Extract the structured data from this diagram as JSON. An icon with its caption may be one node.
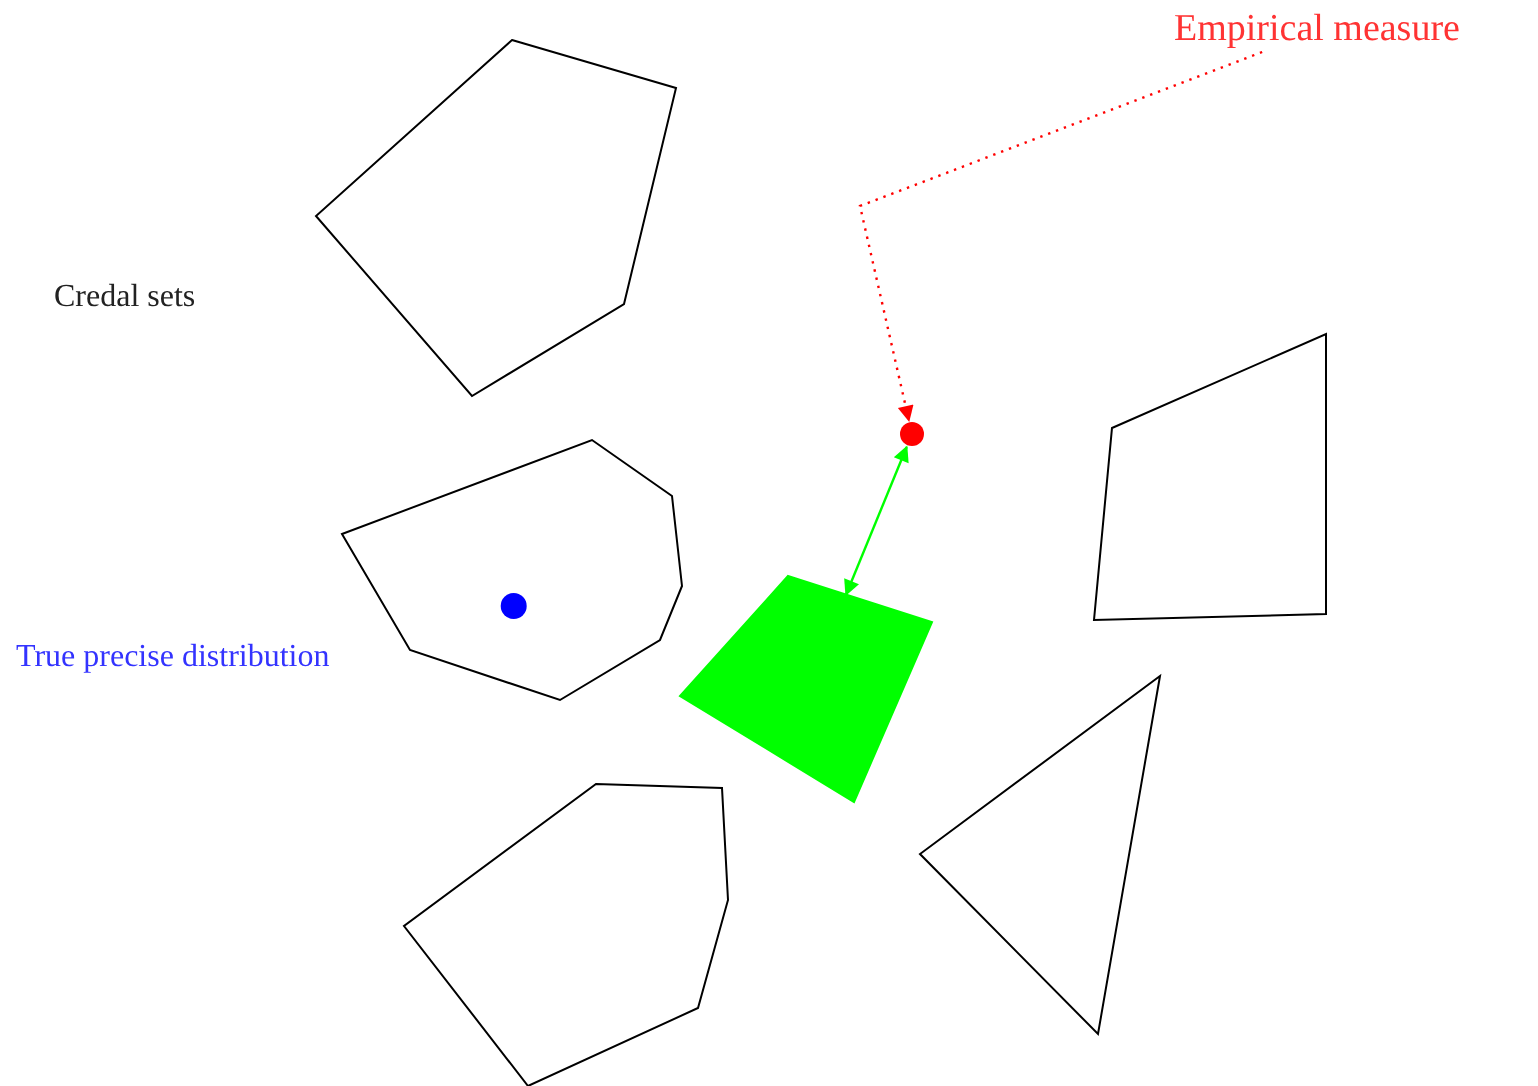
{
  "diagram": {
    "nodes": [
      {
        "text": [],
        "shape": "polygon"
      },
      {
        "text": [
          "Empirical measure"
        ]
      },
      {
        "text": [],
        "shape": "circle"
      },
      {
        "text": [],
        "shape": "polygon"
      },
      {
        "text": [],
        "shape": "circle",
        "in": 3
      },
      {
        "text": [],
        "shape": "polygon"
      },
      {
        "text": [],
        "shape": "polygon"
      },
      {
        "text": [],
        "shape": "polygon"
      },
      {
        "text": [],
        "shape": "polygon"
      }
    ],
    "edges": [
      {
        "from": 1,
        "to": 2,
        "arrow": "to",
        "style": "dashed",
        "color": "#ff0000"
      },
      {
        "from": 2,
        "to": 6,
        "arrow": "both",
        "color": "#00ff00"
      }
    ],
    "labels": [
      "Credal sets",
      "True precise distribution"
    ]
  }
}
